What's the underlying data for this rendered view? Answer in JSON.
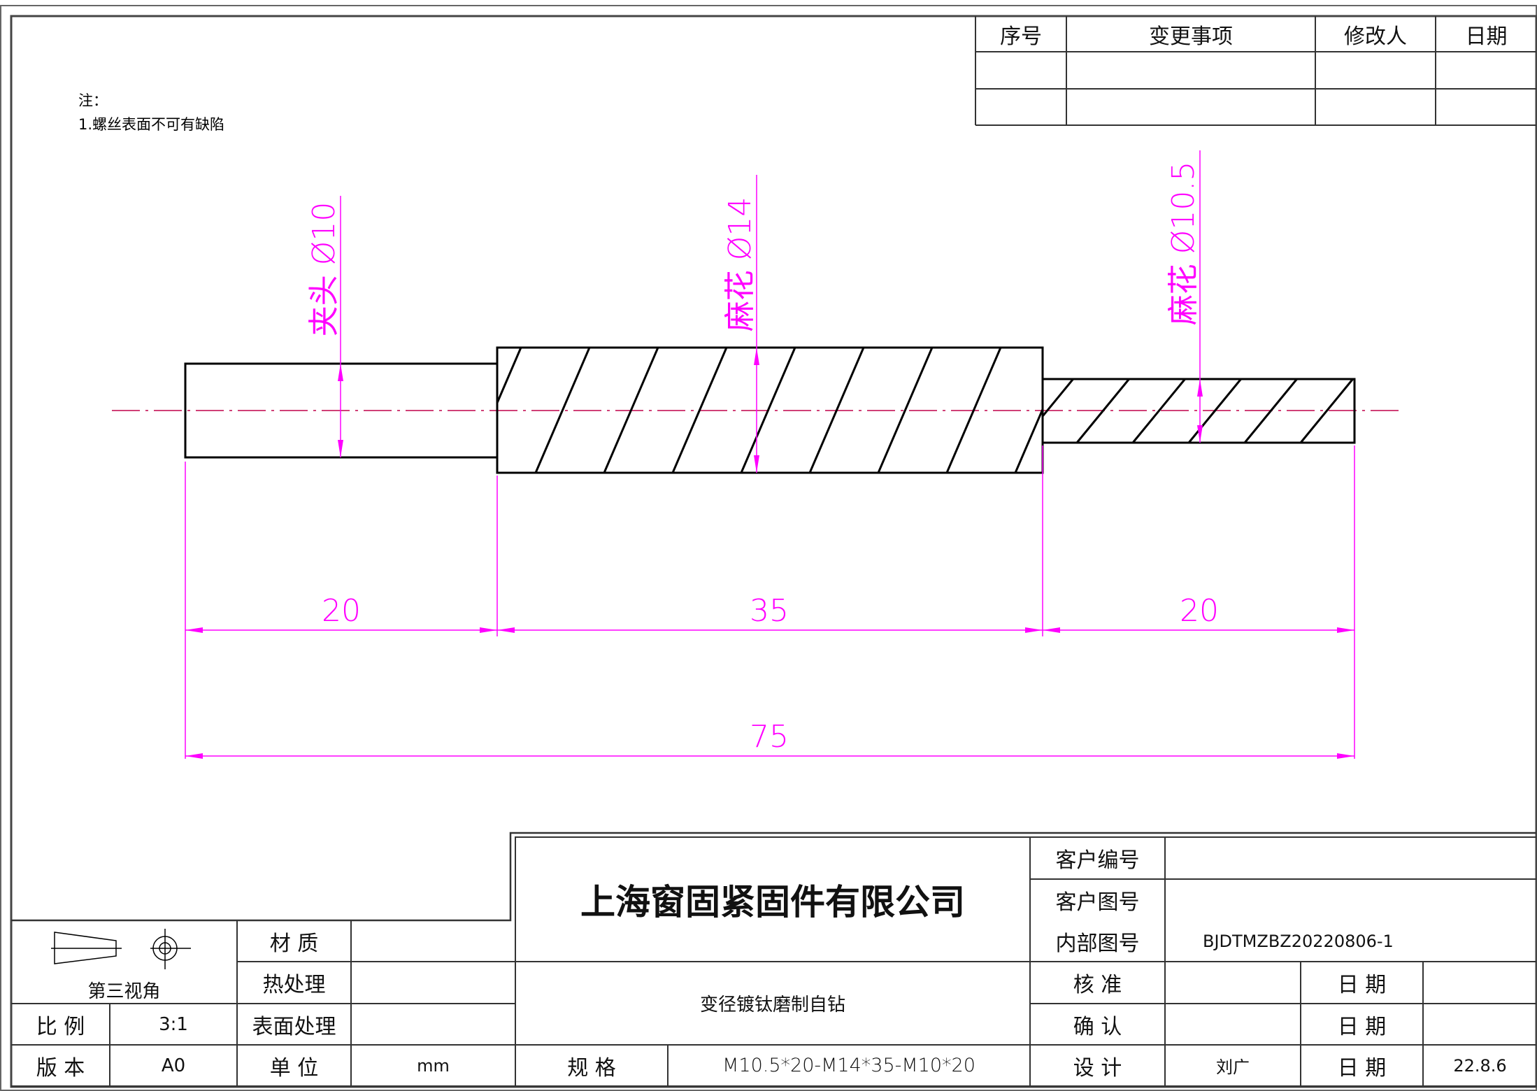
{
  "notes": {
    "title": "注：",
    "items": [
      "1.螺丝表面不可有缺陷"
    ]
  },
  "revision_table": {
    "headers": [
      "序号",
      "变更事项",
      "修改人",
      "日期"
    ],
    "rows": [
      [
        "",
        "",
        "",
        ""
      ],
      [
        "",
        "",
        "",
        ""
      ]
    ]
  },
  "drawing": {
    "diameter_labels": [
      "夹头 Ø10",
      "麻花 Ø14",
      "麻花 Ø10.5"
    ],
    "length_dims": [
      "20",
      "35",
      "20"
    ],
    "total_length": "75",
    "colors": {
      "outline": "#000000",
      "dimension": "#ff00ff",
      "centerline": "#c0004a"
    }
  },
  "title_block": {
    "company": "上海窗固紧固件有限公司",
    "product_name": "变径镀钛磨制自钻",
    "projection_label": "第三视角",
    "material_label": "材 质",
    "material": "",
    "heat_treatment_label": "热处理",
    "heat_treatment": "",
    "surface_treatment_label": "表面处理",
    "surface_treatment": "",
    "scale_label": "比 例",
    "scale": "3:1",
    "version_label": "版 本",
    "version": "A0",
    "unit_label": "单 位",
    "unit": "mm",
    "spec_label": "规 格",
    "spec": "M10.5*20-M14*35-M10*20",
    "customer_no_label": "客户编号",
    "customer_no": "",
    "customer_drawing_label": "客户图号",
    "customer_drawing": "",
    "internal_drawing_label": "内部图号",
    "internal_drawing": "BJDTMZBZ20220806-1",
    "approve_label": "核 准",
    "approve": "",
    "approve_date_label": "日 期",
    "approve_date": "",
    "confirm_label": "确 认",
    "confirm": "",
    "confirm_date_label": "日 期",
    "confirm_date": "",
    "design_label": "设 计",
    "designer": "刘广",
    "design_date_label": "日 期",
    "design_date": "22.8.6"
  }
}
